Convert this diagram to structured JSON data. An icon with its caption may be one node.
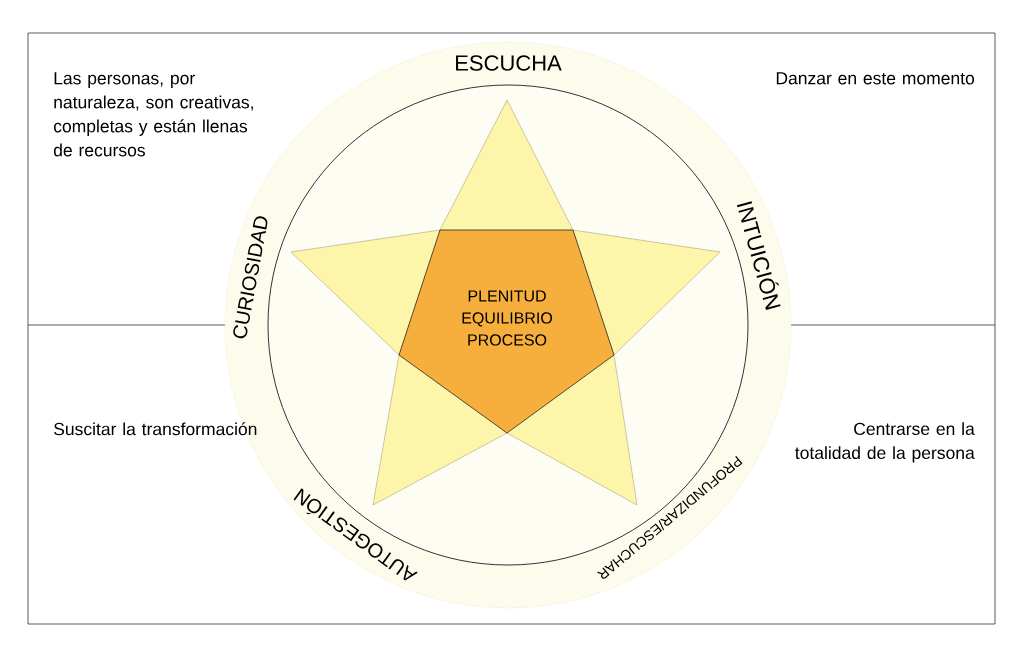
{
  "diagram": {
    "nodes": [
      {
        "text": [
          "ESCUCHA",
          "INTUICIÓN",
          "PROFUNDIZAR/ESCUCHAR",
          "AUTOGESTIÓN",
          "CURIOSIDAD"
        ]
      },
      {
        "text": [
          "PLENITUD",
          "EQUILIBRIO",
          "PROCESO"
        ],
        "in": 0
      }
    ],
    "labels": [
      "Las personas, por naturaleza, son creativas, completas y están llenas de recursos",
      "Danzar en este momento",
      "Suscitar la transformación",
      "Centrarse en la totalidad de la persona"
    ]
  }
}
